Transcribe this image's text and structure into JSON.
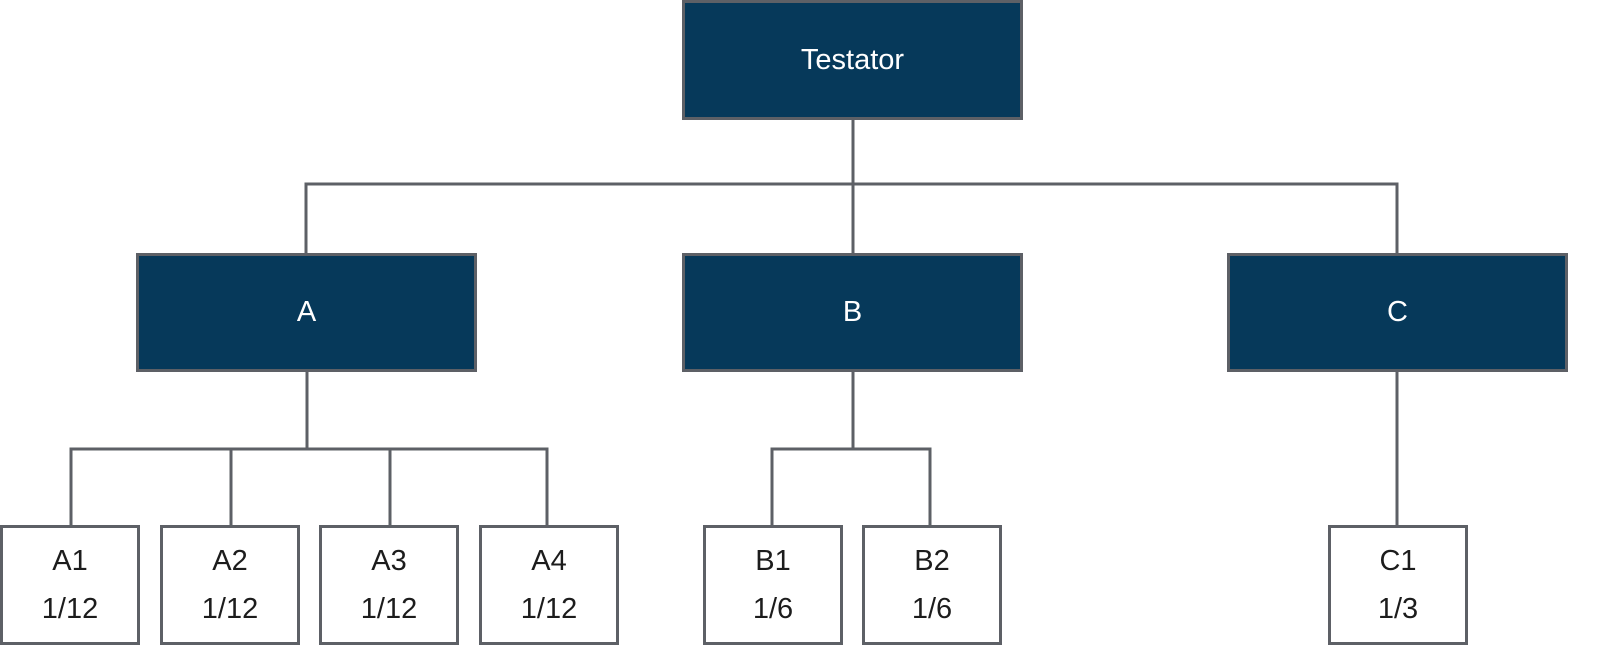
{
  "diagram": {
    "root": {
      "label": "Testator"
    },
    "branches": [
      {
        "label": "A"
      },
      {
        "label": "B"
      },
      {
        "label": "C"
      }
    ],
    "leaves": [
      {
        "label": "A1",
        "share": "1/12"
      },
      {
        "label": "A2",
        "share": "1/12"
      },
      {
        "label": "A3",
        "share": "1/12"
      },
      {
        "label": "A4",
        "share": "1/12"
      },
      {
        "label": "B1",
        "share": "1/6"
      },
      {
        "label": "B2",
        "share": "1/6"
      },
      {
        "label": "C1",
        "share": "1/3"
      }
    ],
    "colors": {
      "dark_fill": "#06395a",
      "line": "#5d6066",
      "light_fill": "#ffffff"
    }
  }
}
